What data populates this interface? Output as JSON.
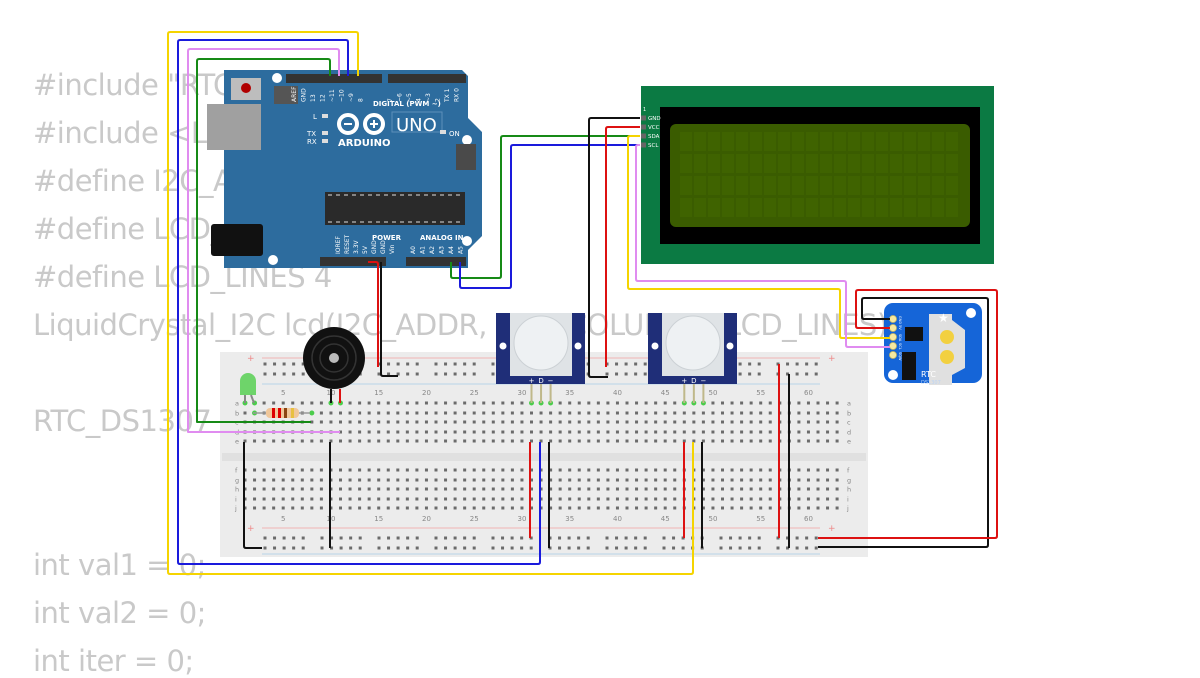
{
  "code_lines": [
    "#include \"RTClib.h\"",
    "#include <LiquidCrystal_I2C.h>",
    "#define I2C_ADDR 0x27",
    "#define LCD_COLUMNS 20",
    "#define LCD_LINES 4",
    "LiquidCrystal_I2C lcd(I2C_ADDR, LCD_COLUMNS, LCD_LINES);",
    "",
    "RTC_DS1307 rtc;",
    "",
    "",
    "int val1 = 0;",
    "int val2 = 0;",
    "int iter = 0;"
  ],
  "arduino": {
    "brand": "ARDUINO",
    "model": "UNO",
    "digital_label": "DIGITAL (PWM ~)",
    "power_label": "POWER",
    "analog_label": "ANALOG IN",
    "on_label": "ON",
    "l_label": "L",
    "tx_label": "TX",
    "rx_label": "RX",
    "digital_pins": [
      "AREF",
      "GND",
      "13",
      "12",
      "~11",
      "~10",
      "~9",
      "8",
      "7",
      "~6",
      "~5",
      "4",
      "~3",
      "2",
      "TX 1",
      "RX 0"
    ],
    "power_pins": [
      "IOREF",
      "RESET",
      "3.3V",
      "5V",
      "GND",
      "GND",
      "Vin"
    ],
    "analog_pins": [
      "A0",
      "A1",
      "A2",
      "A3",
      "A4",
      "A5"
    ]
  },
  "lcd": {
    "pin1_label": "1",
    "pins": [
      "GND",
      "VCC",
      "SDA",
      "SCL"
    ],
    "backlight_color": "#3a5c00"
  },
  "rtc": {
    "label": "RTC",
    "chip": "DS1307",
    "pins": [
      "GND",
      "5V",
      "SDA",
      "SCL",
      "SQW"
    ]
  },
  "pir_sensors": [
    {
      "pins": [
        "+",
        "D",
        "−"
      ]
    },
    {
      "pins": [
        "+",
        "D",
        "−"
      ]
    }
  ],
  "breadboard": {
    "rows_top": [
      "a",
      "b",
      "c",
      "d",
      "e"
    ],
    "rows_bottom": [
      "f",
      "g",
      "h",
      "i",
      "j"
    ],
    "column_numbers": [
      "5",
      "10",
      "15",
      "20",
      "25",
      "30",
      "35",
      "40",
      "45",
      "50",
      "55",
      "60"
    ],
    "plus_label": "+",
    "minus_label": "−"
  },
  "wire_colors": {
    "yellow": "#f5d400",
    "blue": "#1a1adc",
    "violet": "#e08cf0",
    "green": "#168a16",
    "red": "#dd1111",
    "black": "#111111"
  }
}
